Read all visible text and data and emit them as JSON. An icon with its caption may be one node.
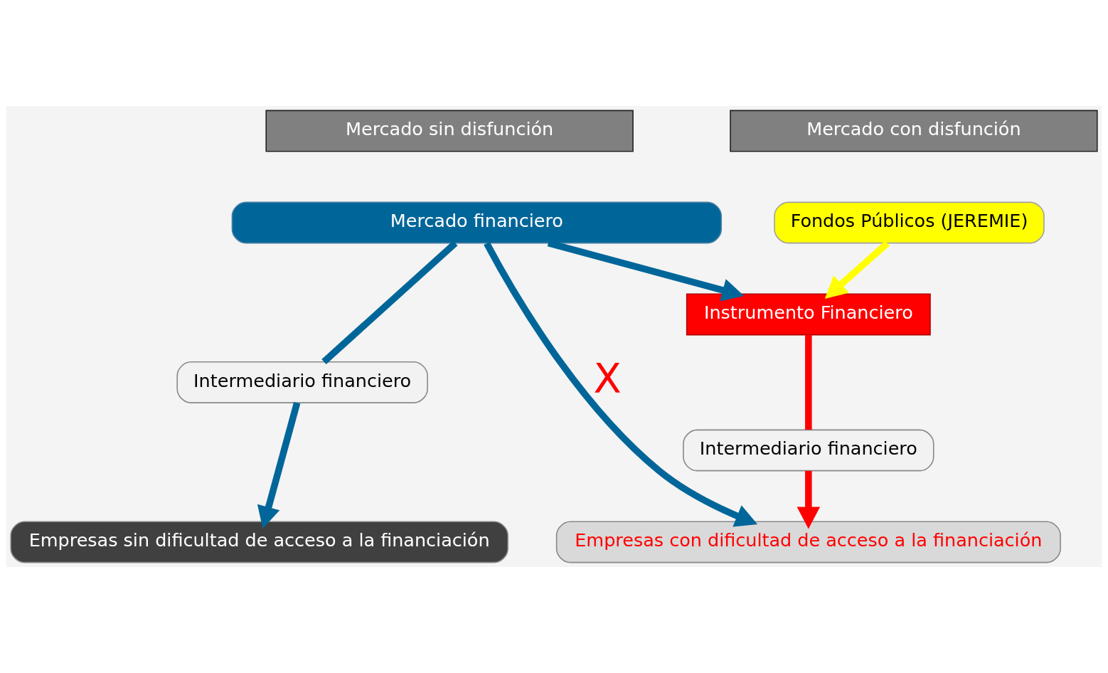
{
  "diagram": {
    "nodes": [
      {
        "text": [
          "Mercado sin disfunción"
        ]
      },
      {
        "text": [
          "Mercado con disfunción"
        ]
      },
      {
        "text": [
          "Mercado financiero"
        ]
      },
      {
        "text": [
          "Fondos Públicos (JEREMIE)"
        ]
      },
      {
        "text": [
          "Intermediario financiero"
        ]
      },
      {
        "text": [
          "Instrumento Financiero"
        ]
      },
      {
        "text": [
          "Intermediario financiero"
        ]
      },
      {
        "text": [
          "Empresas sin dificultad de acceso a la financiación"
        ]
      },
      {
        "text": [
          "Empresas con dificultad de acceso a la financiación"
        ]
      }
    ],
    "edges": [
      {
        "from": 2,
        "to": 4,
        "arrow": "none"
      },
      {
        "from": 4,
        "to": 7,
        "arrow": "to"
      },
      {
        "from": 2,
        "to": 8,
        "arrow": "to",
        "label": "X"
      },
      {
        "from": 2,
        "to": 5,
        "arrow": "to"
      },
      {
        "from": 3,
        "to": 5,
        "arrow": "to",
        "color": "#ffff00"
      },
      {
        "from": 5,
        "to": 6,
        "arrow": "none",
        "color": "#ff0000"
      },
      {
        "from": 6,
        "to": 8,
        "arrow": "to",
        "color": "#ff0000"
      }
    ]
  }
}
